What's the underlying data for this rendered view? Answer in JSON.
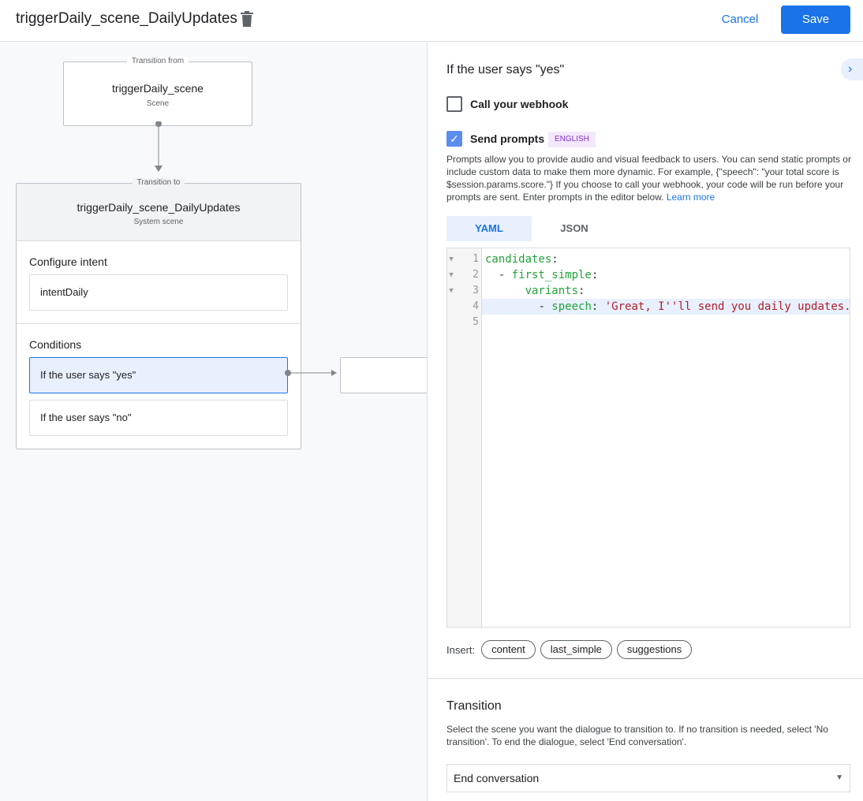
{
  "header": {
    "title": "triggerDaily_scene_DailyUpdates",
    "cancel": "Cancel",
    "save": "Save"
  },
  "canvas": {
    "from": {
      "legend": "Transition from",
      "title": "triggerDaily_scene",
      "subtitle": "Scene"
    },
    "to": {
      "legend": "Transition to",
      "title": "triggerDaily_scene_DailyUpdates",
      "subtitle": "System scene"
    },
    "intent_label": "Configure intent",
    "intent": "intentDaily",
    "conditions_label": "Conditions",
    "conditions": [
      "If the user says \"yes\"",
      "If the user says \"no\""
    ]
  },
  "panel": {
    "heading": "If the user says \"yes\"",
    "webhook": {
      "label": "Call your webhook",
      "checked": false
    },
    "prompts": {
      "label": "Send prompts",
      "checked": true,
      "badge": "ENGLISH"
    },
    "description": "Prompts allow you to provide audio and visual feedback to users. You can send static prompts or include custom data to make them more dynamic. For example, {\"speech\": \"your total score is $session.params.score.\"} If you choose to call your webhook, your code will be run before your prompts are sent. Enter prompts in the editor below.",
    "learn_more": "Learn more",
    "tabs": [
      "YAML",
      "JSON"
    ],
    "code": {
      "lines": [
        "1",
        "2",
        "3",
        "4",
        "5"
      ],
      "l1k": "candidates",
      "l2k": "first_simple",
      "l3k": "variants",
      "l4k": "speech",
      "l4s": "'Great, I''ll send you daily updates.",
      "colon": ":",
      "dash": "- "
    },
    "insert_label": "Insert:",
    "insert": [
      "content",
      "last_simple",
      "suggestions"
    ],
    "transition": {
      "title": "Transition",
      "description": "Select the scene you want the dialogue to transition to. If no transition is needed, select 'No transition'. To end the dialogue, select 'End conversation'.",
      "selected": "End conversation"
    }
  },
  "colors": {
    "accent": "#1a73e8",
    "badge_bg": "#f3e8fd",
    "badge_text": "#8430ce"
  }
}
